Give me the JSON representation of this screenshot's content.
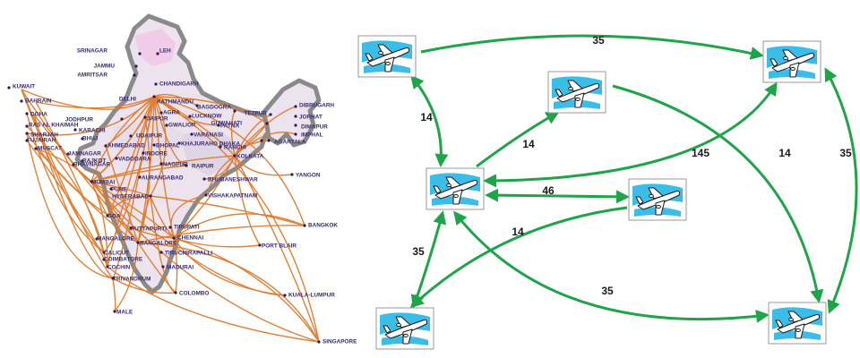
{
  "route_map": {
    "colors": {
      "route": "#e07a2a",
      "land": "#ece3ee",
      "border": "#8a8a8a",
      "city": "#2b1a55",
      "label": "#3a2a6e"
    },
    "cities": [
      {
        "name": "SRINAGAR"
      },
      {
        "name": "LEH"
      },
      {
        "name": "JAMMU"
      },
      {
        "name": "AMRITSAR"
      },
      {
        "name": "CHANDIGARH"
      },
      {
        "name": "DELHI"
      },
      {
        "name": "KATHMANDU"
      },
      {
        "name": "BAGDOGRA"
      },
      {
        "name": "DIBRUGARH"
      },
      {
        "name": "TEZPUR"
      },
      {
        "name": "JORHAT"
      },
      {
        "name": "DIMAPUR"
      },
      {
        "name": "IMPHAL"
      },
      {
        "name": "GUWAHATI"
      },
      {
        "name": "AGARTALA"
      },
      {
        "name": "KUWAIT"
      },
      {
        "name": "BAHRAIN"
      },
      {
        "name": "DOHA"
      },
      {
        "name": "RAS AL KHAIMAH"
      },
      {
        "name": "SHARJAH"
      },
      {
        "name": "FUJAIRAH"
      },
      {
        "name": "MUSCAT"
      },
      {
        "name": "KARACHI"
      },
      {
        "name": "JODHPUR"
      },
      {
        "name": "JAIPUR"
      },
      {
        "name": "AGRA"
      },
      {
        "name": "GWALIOR"
      },
      {
        "name": "LUCKNOW"
      },
      {
        "name": "PATNA"
      },
      {
        "name": "VARANASI"
      },
      {
        "name": "KHAJURAHO"
      },
      {
        "name": "RANCHI"
      },
      {
        "name": "DHAKA"
      },
      {
        "name": "BHUJ"
      },
      {
        "name": "UDAIPUR"
      },
      {
        "name": "AHMEDABAD"
      },
      {
        "name": "BHOPAL"
      },
      {
        "name": "KOLKATA"
      },
      {
        "name": "JAMNAGAR"
      },
      {
        "name": "RAJKOT"
      },
      {
        "name": "VADODARA"
      },
      {
        "name": "INDORE"
      },
      {
        "name": "BHAVNAGAR"
      },
      {
        "name": "NAGPUR"
      },
      {
        "name": "RAIPUR"
      },
      {
        "name": "YANGON"
      },
      {
        "name": "BHUBANESHWAR"
      },
      {
        "name": "MUMBAI"
      },
      {
        "name": "AURANGABAD"
      },
      {
        "name": "PUNE"
      },
      {
        "name": "HYDERABAD"
      },
      {
        "name": "VISHAKAPATNAM"
      },
      {
        "name": "GOA"
      },
      {
        "name": "BANGKOK"
      },
      {
        "name": "PUTTAPURTI"
      },
      {
        "name": "TIRUPATI"
      },
      {
        "name": "CHENNAI"
      },
      {
        "name": "MANGALORE"
      },
      {
        "name": "BANGALORE"
      },
      {
        "name": "PORT BLAIR"
      },
      {
        "name": "CALICUT"
      },
      {
        "name": "COIMBATORE"
      },
      {
        "name": "TIRUCHIRAPALLI"
      },
      {
        "name": "COCHIN"
      },
      {
        "name": "MADURAI"
      },
      {
        "name": "TRIVANDRUM"
      },
      {
        "name": "COLOMBO"
      },
      {
        "name": "KUALA-LUMPUR"
      },
      {
        "name": "MALE"
      },
      {
        "name": "SINGAPORE"
      }
    ]
  },
  "network": {
    "colors": {
      "edge": "#1fa44a",
      "sky": "#3bbde8",
      "node_border": "#9a9a9a",
      "plane": "#ffffff",
      "plane_outline": "#1a1a1a"
    },
    "node_icon": "airplane-icon",
    "nodes": [
      {
        "id": "n1"
      },
      {
        "id": "n2"
      },
      {
        "id": "n3"
      },
      {
        "id": "n4"
      },
      {
        "id": "n5"
      },
      {
        "id": "n6"
      },
      {
        "id": "n7"
      },
      {
        "id": "n8"
      }
    ],
    "edges": [
      {
        "from": "n1",
        "to": "n2",
        "label": "35",
        "bidirectional": false
      },
      {
        "from": "n1",
        "to": "n4",
        "label": "14",
        "bidirectional": true
      },
      {
        "from": "n4",
        "to": "n3",
        "label": "14",
        "bidirectional": false
      },
      {
        "from": "n3",
        "to": "n8",
        "label": "14",
        "bidirectional": false
      },
      {
        "from": "n2",
        "to": "n4",
        "label": "145",
        "bidirectional": true
      },
      {
        "from": "n2",
        "to": "n8",
        "label": "35",
        "bidirectional": true
      },
      {
        "from": "n4",
        "to": "n5",
        "label": "46",
        "bidirectional": true
      },
      {
        "from": "n5",
        "to": "n6",
        "label": "14",
        "bidirectional": false
      },
      {
        "from": "n4",
        "to": "n6",
        "label": "35",
        "bidirectional": true
      },
      {
        "from": "n4",
        "to": "n8",
        "label": "35",
        "bidirectional": true
      }
    ]
  }
}
